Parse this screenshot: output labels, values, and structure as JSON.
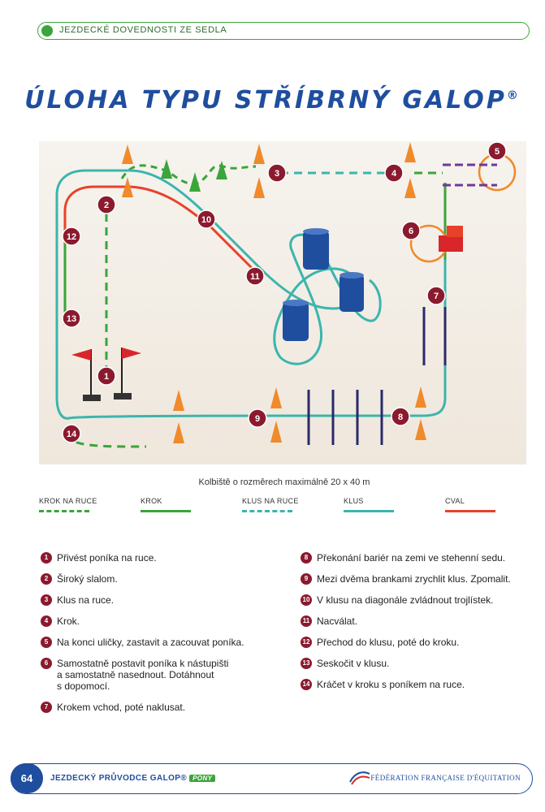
{
  "header": {
    "section_title": "JEZDECKÉ DOVEDNOSTI ZE SEDLA"
  },
  "title": {
    "main": "ÚLOHA TYPU STŘÍBRNÝ GALOP",
    "mark": "®"
  },
  "arena": {
    "caption": "Kolbiště o rozměrech maximálně 20 x 40 m",
    "markers": [
      "1",
      "2",
      "3",
      "4",
      "5",
      "6",
      "7",
      "8",
      "9",
      "10",
      "11",
      "12",
      "13",
      "14"
    ]
  },
  "legend": [
    {
      "label": "KROK NA RUCE",
      "color": "#3aa53a",
      "style": "dashed"
    },
    {
      "label": "KROK",
      "color": "#3aa53a",
      "style": "solid"
    },
    {
      "label": "KLUS NA RUCE",
      "color": "#3bb5ad",
      "style": "dashed"
    },
    {
      "label": "KLUS",
      "color": "#3bb5ad",
      "style": "solid"
    },
    {
      "label": "CVAL",
      "color": "#e8412a",
      "style": "solid"
    }
  ],
  "steps_left": [
    {
      "n": "1",
      "text": "Přivést poníka na ruce."
    },
    {
      "n": "2",
      "text": "Široký slalom."
    },
    {
      "n": "3",
      "text": "Klus na ruce."
    },
    {
      "n": "4",
      "text": "Krok."
    },
    {
      "n": "5",
      "text": "Na konci uličky, zastavit a zacouvat poníka."
    },
    {
      "n": "6",
      "text": "Samostatně postavit poníka k nástupišti\na samostatně nasednout. Dotáhnout\ns dopomocí."
    },
    {
      "n": "7",
      "text": "Krokem vchod, poté naklusat."
    }
  ],
  "steps_right": [
    {
      "n": "8",
      "text": "Překonání bariér na zemi ve stehenní sedu."
    },
    {
      "n": "9",
      "text": "Mezi dvěma brankami zrychlit klus. Zpomalit."
    },
    {
      "n": "10",
      "text": "V klusu na diagonále zvládnout trojlístek."
    },
    {
      "n": "11",
      "text": "Nacválat."
    },
    {
      "n": "12",
      "text": "Přechod do klusu, poté do kroku."
    },
    {
      "n": "13",
      "text": "Seskočit v klusu."
    },
    {
      "n": "14",
      "text": "Kráčet v kroku s poníkem na ruce."
    }
  ],
  "footer": {
    "page_number": "64",
    "guide_title": "JEZDECKÝ PRŮVODCE GALOP®",
    "guide_tag": "PONY",
    "federation": "FÉDÉRATION FRANÇAISE D'ÉQUITATION"
  },
  "colors": {
    "accent_green": "#3aa53a",
    "accent_blue": "#1f4e9e",
    "marker": "#8b1a2e",
    "teal": "#3bb5ad",
    "canter": "#e8412a"
  }
}
